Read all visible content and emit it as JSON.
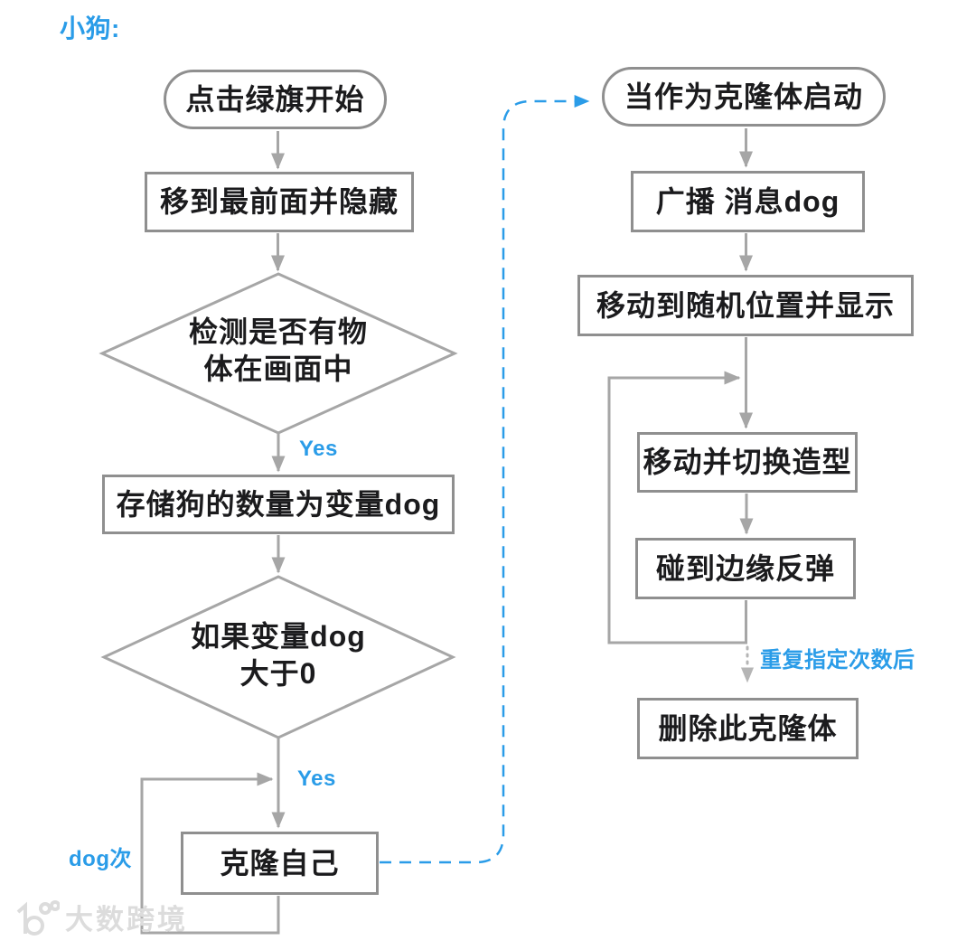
{
  "page": {
    "title": "小狗:"
  },
  "colors": {
    "accent": "#2a9ce8",
    "line": "#a6a6a6",
    "border": "#8f8f8f",
    "text": "#1b1b1d",
    "dot": "#b5b5b5",
    "watermark": "#dcdcdc",
    "bg": "#ffffff"
  },
  "left_flow": {
    "start": "点击绿旗开始",
    "step_hide": "移到最前面并隐藏",
    "decision_detect_line1": "检测是否有物",
    "decision_detect_line2": "体在画面中",
    "yes1": "Yes",
    "step_store": "存储狗的数量为变量dog",
    "decision_dog_line1": "如果变量dog",
    "decision_dog_line2": "大于0",
    "yes2": "Yes",
    "loop_count_label": "dog次",
    "step_clone": "克隆自己"
  },
  "right_flow": {
    "start": "当作为克隆体启动",
    "step_broadcast": "广播 消息dog",
    "step_random": "移动到随机位置并显示",
    "step_move": "移动并切换造型",
    "step_bounce": "碰到边缘反弹",
    "repeat_label": "重复指定次数后",
    "step_delete": "删除此克隆体"
  },
  "watermark": {
    "text": "大数跨境"
  }
}
